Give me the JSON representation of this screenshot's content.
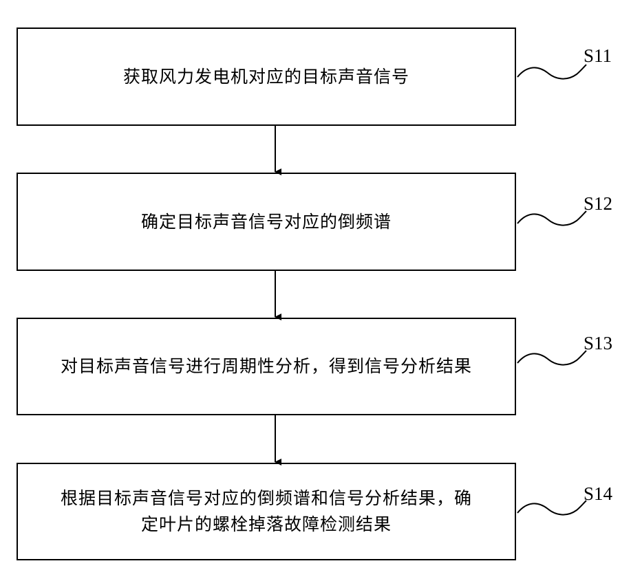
{
  "steps": [
    {
      "text": "获取风力发电机对应的目标声音信号",
      "label": "S11"
    },
    {
      "text": "确定目标声音信号对应的倒频谱",
      "label": "S12"
    },
    {
      "text": "对目标声音信号进行周期性分析，得到信号分析结果",
      "label": "S13"
    },
    {
      "text": "根据目标声音信号对应的倒频谱和信号分析结果，确定叶片的螺栓掉落故障检测结果",
      "label": "S14"
    }
  ]
}
